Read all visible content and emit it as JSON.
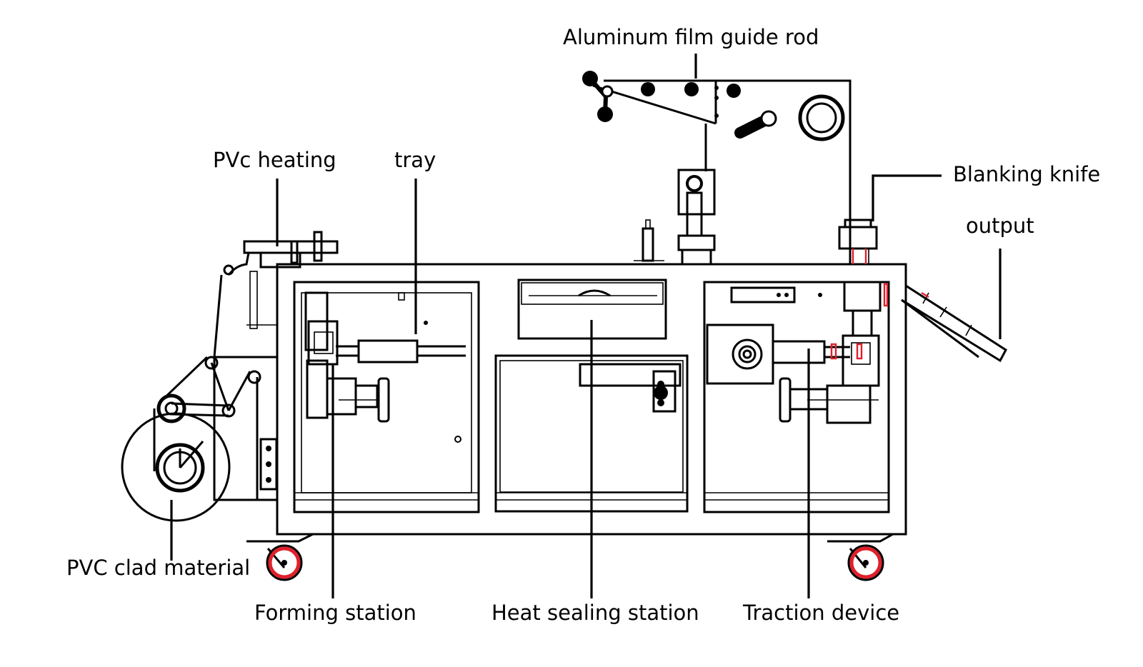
{
  "labels": {
    "aluminum_film_guide_rod": "Aluminum film guide rod",
    "pvc_heating": "PVc heating",
    "tray": "tray",
    "blanking_knife": "Blanking knife",
    "output": "output",
    "pvc_clad_material": "PVC clad material",
    "forming_station": "Forming station",
    "heat_sealing_station": "Heat sealing station",
    "traction_device": "Traction device"
  },
  "colors": {
    "line": "#000000",
    "accent": "#e0202a",
    "background": "#ffffff"
  }
}
